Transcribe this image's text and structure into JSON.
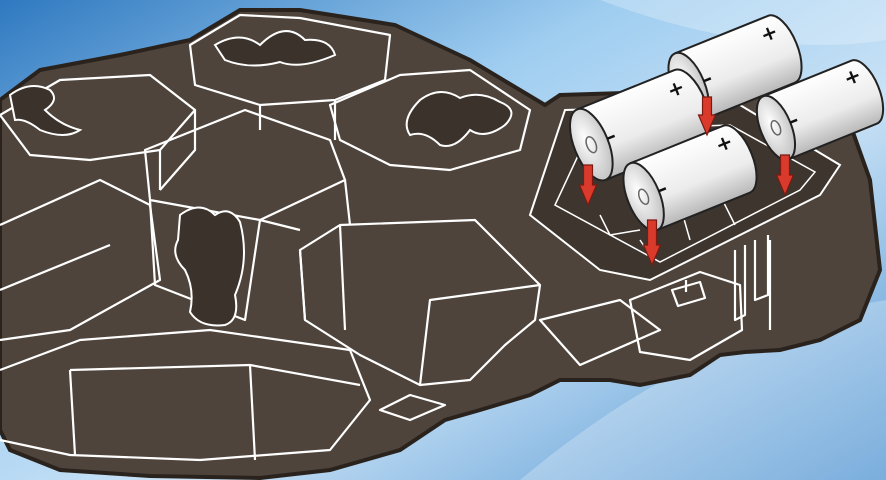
{
  "colors": {
    "background_top": "#8cc3ee",
    "background_bottom": "#3d86c9",
    "base_fill": "#4e443b",
    "outline": "#ffffff",
    "edge": "#2a231d",
    "battery_body": "#f4f4f4",
    "arrow": "#d93a2b"
  },
  "batteries": [
    {
      "id": "battery-1",
      "plus": "+",
      "minus": "–"
    },
    {
      "id": "battery-2",
      "plus": "+",
      "minus": "–"
    },
    {
      "id": "battery-3",
      "plus": "+",
      "minus": "–"
    },
    {
      "id": "battery-4",
      "plus": "+",
      "minus": "–"
    }
  ],
  "arrows": [
    {
      "id": "arrow-1"
    },
    {
      "id": "arrow-2"
    },
    {
      "id": "arrow-3"
    },
    {
      "id": "arrow-4"
    }
  ]
}
